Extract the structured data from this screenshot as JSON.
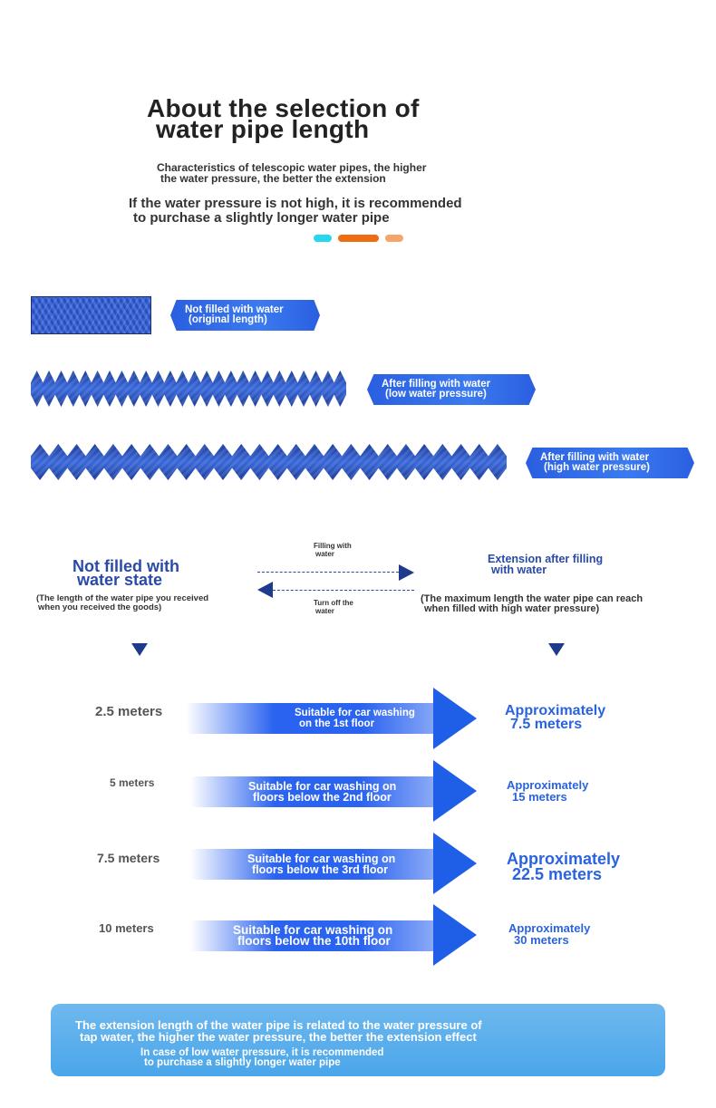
{
  "header": {
    "title_line1": "About the selection of",
    "title_line2": "water pipe length",
    "subtitle_line1": "Characteristics of telescopic water pipes, the higher",
    "subtitle_line2": "the water pressure, the better the extension",
    "note_line1": "If the water pressure is not high, it is recommended",
    "note_line2": "to purchase a slightly longer water pipe",
    "dot_colors": [
      "#27d6ef",
      "#ef6d12",
      "#f3a66a"
    ]
  },
  "hoses": [
    {
      "label_line1": "Not filled with water",
      "label_line2": "(original length)"
    },
    {
      "label_line1": "After filling with water",
      "label_line2": "(low water pressure)"
    },
    {
      "label_line1": "After filling with water",
      "label_line2": "(high water pressure)"
    }
  ],
  "states": {
    "left_title_line1": "Not filled with",
    "left_title_line2": "water state",
    "left_sub_line1": "(The length of the water pipe you received",
    "left_sub_line2": "when you received the goods)",
    "right_title_line1": "Extension after filling",
    "right_title_line2": "with water",
    "right_sub_line1": "(The maximum length the water pipe can reach",
    "right_sub_line2": "when filled with high water pressure)",
    "fill_label_line1": "Filling with",
    "fill_label_line2": "water",
    "off_label_line1": "Turn off the",
    "off_label_line2": "water"
  },
  "lengths": [
    {
      "length": "2.5 meters",
      "use_line1": "Suitable for car washing",
      "use_line2": "on the 1st floor",
      "approx_line1": "Approximately",
      "approx_line2": "7.5 meters"
    },
    {
      "length": "5 meters",
      "use_line1": "Suitable for car washing on",
      "use_line2": "floors below the 2nd floor",
      "approx_line1": "Approximately",
      "approx_line2": "15 meters"
    },
    {
      "length": "7.5 meters",
      "use_line1": "Suitable for car washing on",
      "use_line2": "floors below the 3rd floor",
      "approx_line1": "Approximately",
      "approx_line2": "22.5 meters"
    },
    {
      "length": "10 meters",
      "use_line1": "Suitable for car washing on",
      "use_line2": "floors below the 10th floor",
      "approx_line1": "Approximately",
      "approx_line2": "30 meters"
    }
  ],
  "footer": {
    "main_line1": "The extension length of the water pipe is related to the water pressure of",
    "main_line2": "tap water, the higher the water pressure, the better the extension effect",
    "sub_line1": "In case of low water pressure, it is recommended",
    "sub_line2": "to purchase a slightly longer water pipe"
  }
}
